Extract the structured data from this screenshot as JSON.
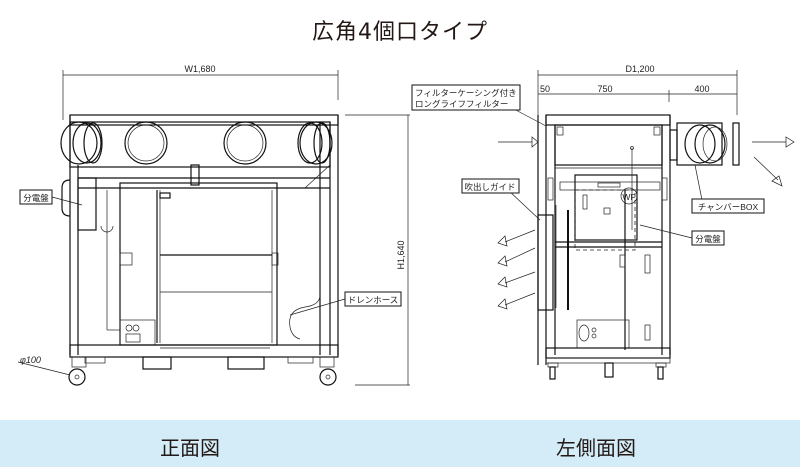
{
  "title": "広角4個口タイプ",
  "captions": {
    "front": "正面図",
    "side": "左側面図"
  },
  "colors": {
    "caption_band": "#d3ecf8",
    "line": "#111111",
    "text": "#231815"
  },
  "front_view": {
    "dimensions": {
      "width": "W1,680",
      "height": "H1,640",
      "caster": "φ100"
    },
    "labels": {
      "distribution_panel": "分電盤",
      "drain_hose": "ドレンホース"
    }
  },
  "side_view": {
    "dimensions": {
      "depth": "D1,200",
      "seg1": "50",
      "seg2": "750",
      "seg3": "400"
    },
    "labels": {
      "filter_line1": "フィルターケーシング付き",
      "filter_line2": "ロングライフフィルター",
      "outlet_guide": "吹出しガイド",
      "chamber_box": "チャンバーBOX",
      "distribution_panel": "分電盤",
      "wf_mark": "WF"
    }
  }
}
